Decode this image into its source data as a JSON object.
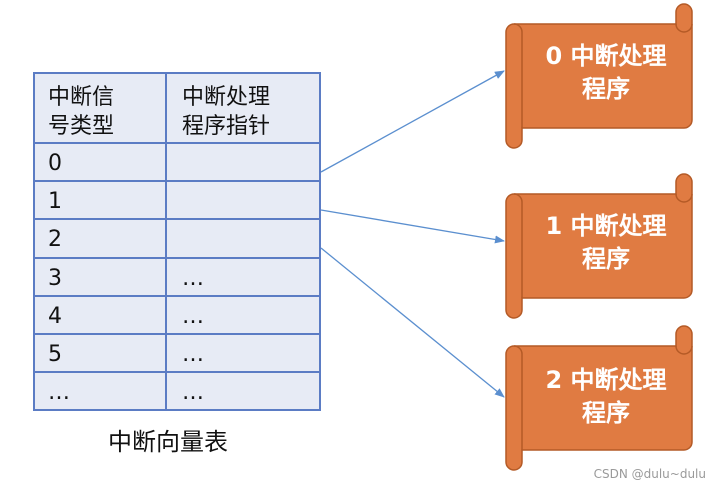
{
  "table": {
    "header": {
      "col1": [
        "中断信",
        "号类型"
      ],
      "col2": [
        "中断处理",
        "程序指针"
      ]
    },
    "rows": [
      {
        "type": "0",
        "pointer": ""
      },
      {
        "type": "1",
        "pointer": ""
      },
      {
        "type": "2",
        "pointer": ""
      },
      {
        "type": "3",
        "pointer": "…"
      },
      {
        "type": "4",
        "pointer": "…"
      },
      {
        "type": "5",
        "pointer": "…"
      },
      {
        "type": "…",
        "pointer": "…"
      }
    ],
    "caption": "中断向量表"
  },
  "handlers": [
    {
      "lines": [
        "0 中断处理",
        "程序"
      ]
    },
    {
      "lines": [
        "1 中断处理",
        "程序"
      ]
    },
    {
      "lines": [
        "2 中断处理",
        "程序"
      ]
    }
  ],
  "colors": {
    "table_fill": "#e7ebf5",
    "table_border": "#5b7cc4",
    "scroll_fill": "#e07b42",
    "scroll_stroke": "#b45a26",
    "arrow": "#5b8fcf"
  },
  "watermark": "CSDN @dulu~dulu"
}
